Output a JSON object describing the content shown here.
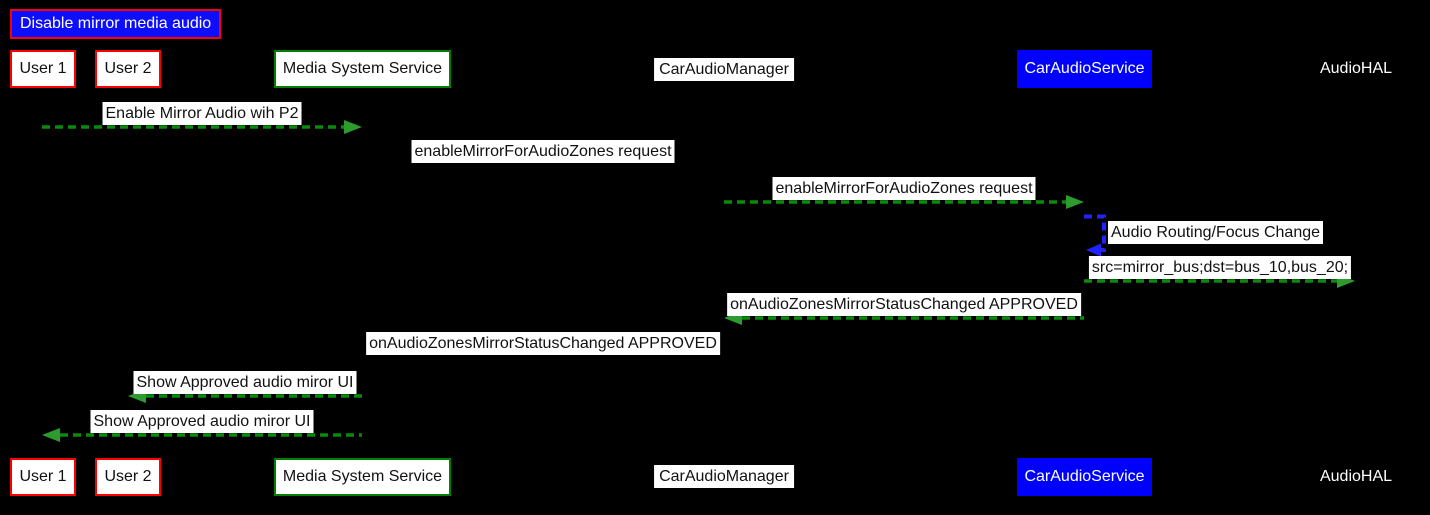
{
  "diagram_title": "Disable mirror media audio",
  "participants": [
    {
      "id": "user1",
      "label": "User 1"
    },
    {
      "id": "user2",
      "label": "User 2"
    },
    {
      "id": "media-system-service",
      "label": "Media System Service"
    },
    {
      "id": "car-audio-manager",
      "label": "CarAudioManager"
    },
    {
      "id": "car-audio-service",
      "label": "CarAudioService"
    },
    {
      "id": "audio-hal",
      "label": "AudioHAL"
    }
  ],
  "messages": [
    {
      "text": "Enable Mirror Audio wih P2",
      "from": "User 1",
      "to": "Media System Service",
      "arrow": "green-dashed-right"
    },
    {
      "text": "enableMirrorForAudioZones request",
      "from": "Media System Service",
      "to": "CarAudioManager",
      "arrow": "hidden-black"
    },
    {
      "text": "enableMirrorForAudioZones request",
      "from": "CarAudioManager",
      "to": "CarAudioService",
      "arrow": "green-dashed-right"
    },
    {
      "text": "Audio Routing/Focus Change",
      "from": "CarAudioService",
      "to": "CarAudioService",
      "arrow": "blue-dashed-self-loop"
    },
    {
      "text": "src=mirror_bus;dst=bus_10,bus_20;",
      "from": "CarAudioService",
      "to": "AudioHAL",
      "arrow": "green-dashed-right"
    },
    {
      "text": "onAudioZonesMirrorStatusChanged APPROVED",
      "from": "CarAudioService",
      "to": "CarAudioManager",
      "arrow": "green-dashed-left"
    },
    {
      "text": "onAudioZonesMirrorStatusChanged APPROVED",
      "from": "CarAudioManager",
      "to": "Media System Service",
      "arrow": "hidden-black"
    },
    {
      "text": "Show Approved audio miror UI",
      "from": "Media System Service",
      "to": "User 2",
      "arrow": "green-dashed-left"
    },
    {
      "text": "Show Approved audio miror UI",
      "from": "Media System Service",
      "to": "User 1",
      "arrow": "green-dashed-left"
    }
  ],
  "colors": {
    "background": "#000000",
    "arrow_green": "#0a8a0a",
    "arrow_green_head": "#2e9b2e",
    "arrow_blue": "#2222ff",
    "title_bg": "#0d0dff",
    "title_border": "#ff0000",
    "user_box_border": "#ff0000",
    "service_box_border": "#008000",
    "car_audio_service_bg": "#0000ff",
    "message_label_bg": "#ffffff"
  }
}
